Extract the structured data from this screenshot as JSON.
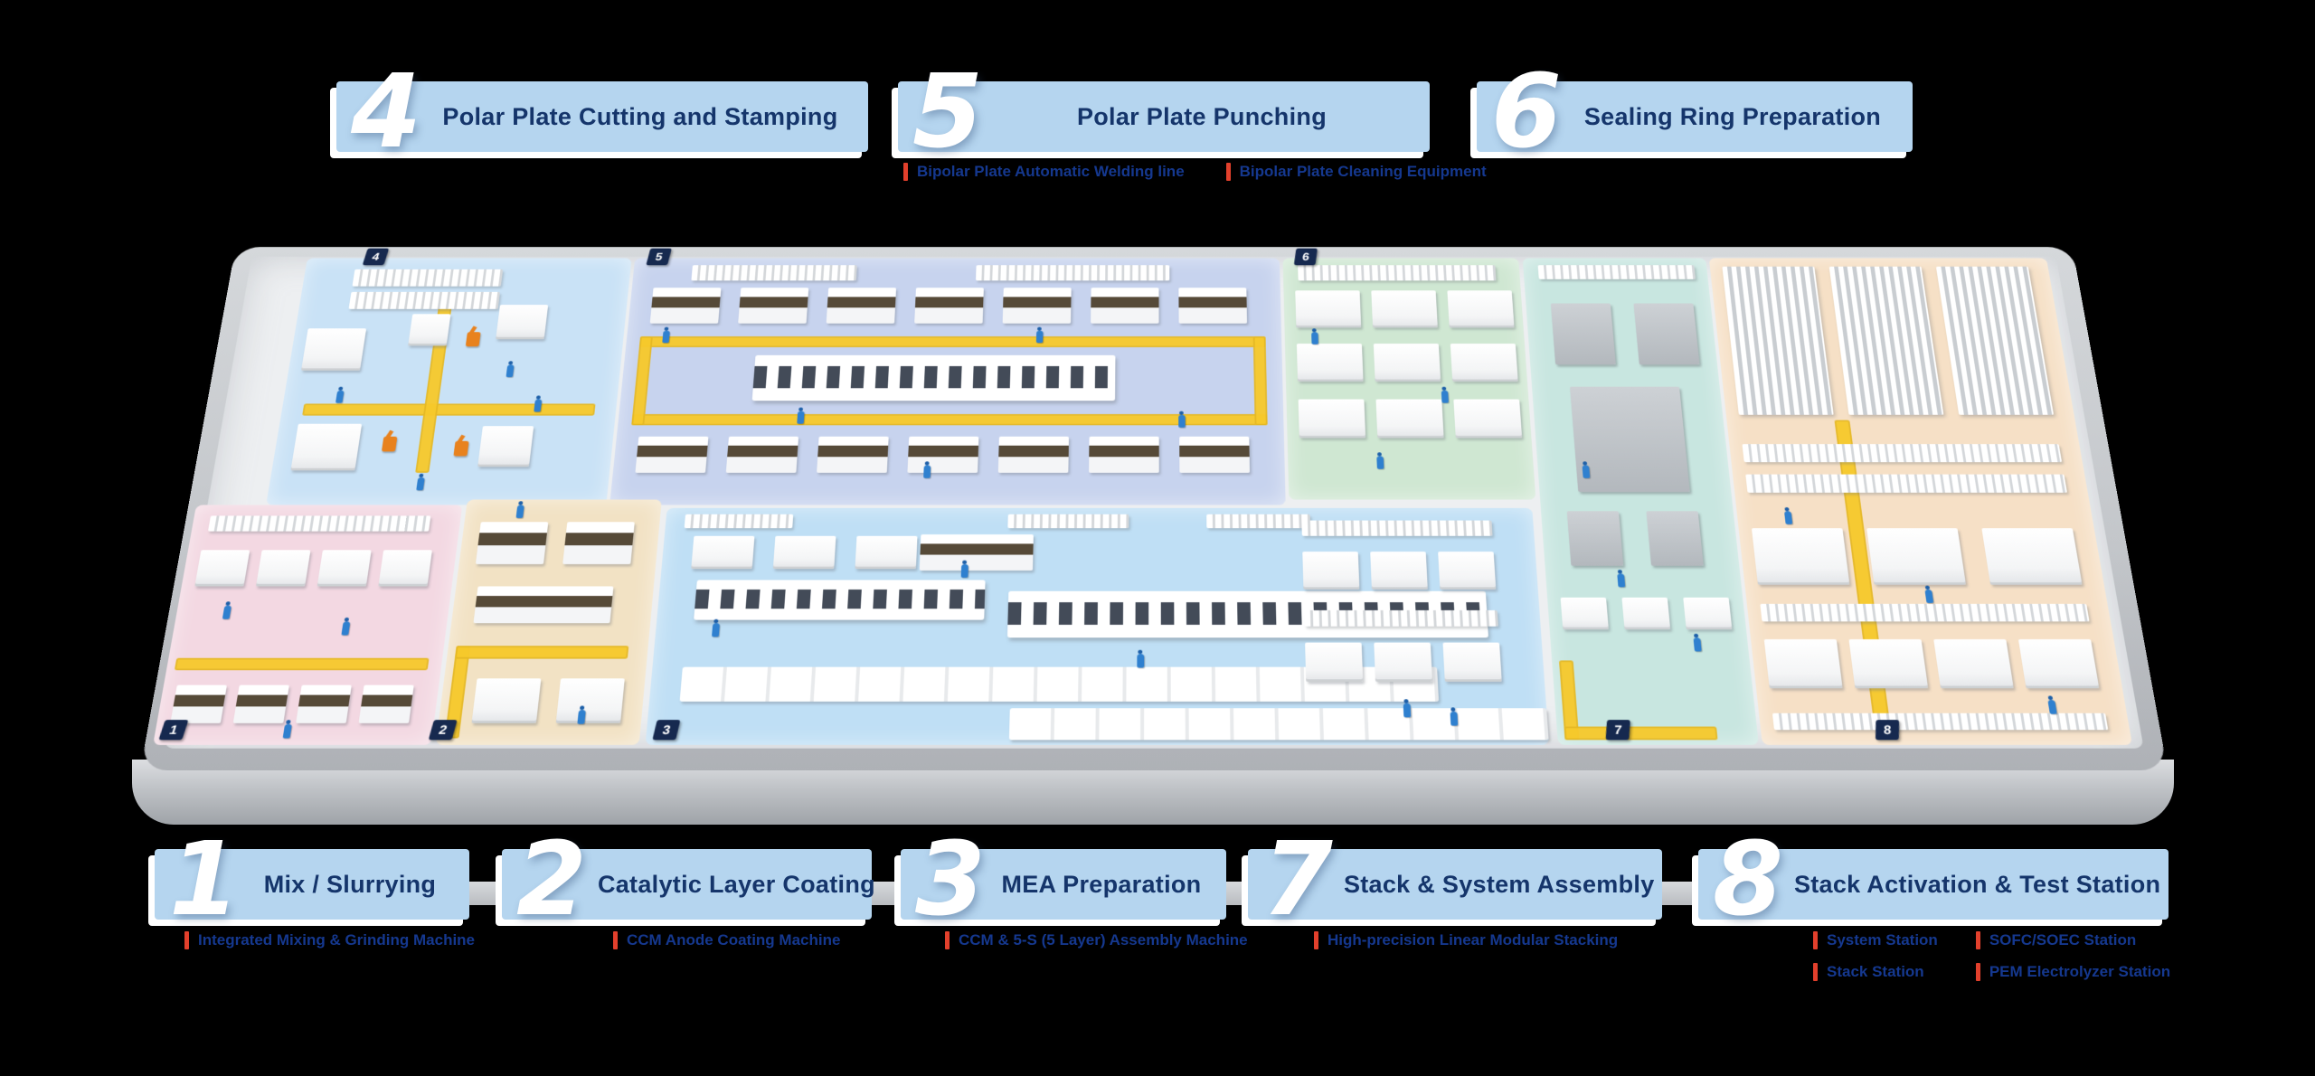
{
  "colors": {
    "banner_bg": "#b5d5ef",
    "banner_title": "#15356b",
    "banner_number": "#ffffff",
    "legend_marker": "#e2402c",
    "legend_text": "#15388f",
    "badge_bg": "#16294f",
    "floor": "#edeff1",
    "path_yellow": "#f7c92b",
    "zone_1": "#f3d8e2",
    "zone_2": "#f2e2c4",
    "zone_3": "#bfdff5",
    "zone_4": "#c9e2f6",
    "zone_5": "#c7d3ee",
    "zone_6": "#cfe7d2",
    "zone_7": "#c8e6e0",
    "zone_8": "#f6e0c6"
  },
  "top_banners": [
    {
      "number": "4",
      "title": "Polar Plate Cutting and  Stamping",
      "legend": []
    },
    {
      "number": "5",
      "title": "Polar Plate Punching",
      "legend": [
        "Bipolar Plate Automatic Welding line",
        "Bipolar Plate Cleaning Equipment"
      ]
    },
    {
      "number": "6",
      "title": "Sealing Ring Preparation",
      "legend": []
    }
  ],
  "bottom_banners": [
    {
      "number": "1",
      "title": "Mix / Slurrying",
      "legend": [
        "Integrated Mixing & Grinding Machine"
      ]
    },
    {
      "number": "2",
      "title": "Catalytic Layer Coating",
      "legend": [
        "CCM Anode Coating Machine"
      ]
    },
    {
      "number": "3",
      "title": "MEA Preparation",
      "legend": [
        "CCM & 5-S (5 Layer) Assembly Machine"
      ]
    },
    {
      "number": "7",
      "title": "Stack & System Assembly",
      "legend": [
        "High-precision Linear Modular Stacking"
      ]
    },
    {
      "number": "8",
      "title": "Stack Activation & Test Station",
      "legend": [
        "System Station",
        "SOFC/SOEC Station",
        "Stack Station",
        "PEM Electrolyzer Station"
      ]
    }
  ],
  "floor_badges": [
    "4",
    "5",
    "6",
    "1",
    "2",
    "3",
    "7",
    "8"
  ]
}
